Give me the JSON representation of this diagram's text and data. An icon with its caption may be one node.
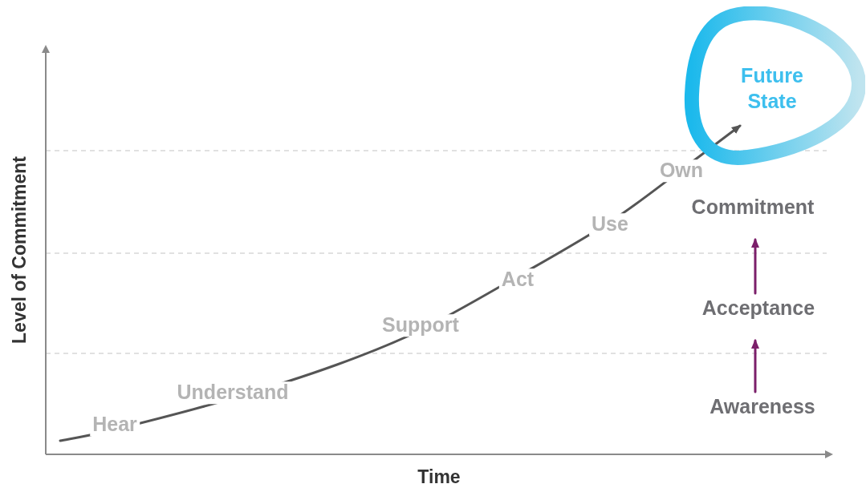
{
  "diagram": {
    "nodes": [
      {
        "text": [
          "Future State"
        ]
      },
      {
        "text": [
          "Commitment"
        ]
      },
      {
        "text": [
          "Acceptance"
        ]
      },
      {
        "text": [
          "Awareness"
        ]
      }
    ],
    "edges": [
      {
        "from": null,
        "to": 0,
        "arrow": "to",
        "color": "#555555"
      },
      {
        "from": 3,
        "to": 2,
        "arrow": "to",
        "color": "#7b1f6a"
      },
      {
        "from": 2,
        "to": 1,
        "arrow": "to",
        "color": "#7b1f6a"
      }
    ],
    "labels": [
      "Hear",
      "Understand",
      "Support",
      "Act",
      "Use",
      "Own",
      "Level of Commitment",
      "Time"
    ]
  }
}
